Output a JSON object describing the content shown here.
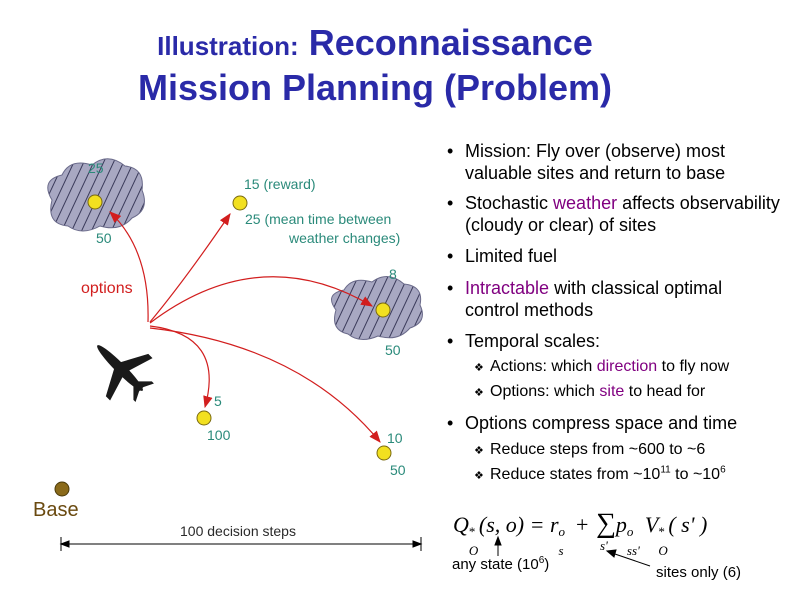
{
  "title": {
    "prefix": "Illustration:",
    "line1": "Reconnaissance",
    "line2": "Mission Planning (Problem)"
  },
  "diagram": {
    "labels": {
      "options": "options",
      "base": "Base",
      "decision_steps": "100 decision steps",
      "reward": "15 (reward)",
      "mean_time_line1": "25 (mean time between",
      "mean_time_line2": "weather changes)"
    },
    "numbers": {
      "cloud1_top": "25",
      "cloud1_bottom": "50",
      "cloud2_top": "8",
      "cloud2_bottom": "50",
      "site_left_top": "5",
      "site_left_bottom": "100",
      "site_right_top": "10",
      "site_right_bottom": "50"
    },
    "colors": {
      "site": "#f2e020",
      "cloud": "#9c9cb4",
      "arrow": "#d21e1e",
      "base": "#8a6a1a",
      "numbers": "#2a8a7a"
    }
  },
  "bullets": [
    {
      "text": "Mission: Fly over (observe) most valuable sites and return to base"
    },
    {
      "pre": "Stochastic ",
      "accent": "weather",
      "post": " affects observability (cloudy or clear) of sites"
    },
    {
      "text": "Limited fuel"
    },
    {
      "accent": "Intractable",
      "post": " with classical optimal control methods"
    },
    {
      "text": "Temporal scales:"
    },
    {
      "text": "Options compress space and time"
    }
  ],
  "sub_bullets": {
    "temporal": [
      {
        "pre": "Actions: which ",
        "accent": "direction",
        "post": " to fly now"
      },
      {
        "pre": "Options: which ",
        "accent": "site",
        "post": " to head for"
      }
    ],
    "options": [
      {
        "text": "Reduce steps from ~600 to ~6"
      },
      {
        "pre": "Reduce states from ~10",
        "sup1": "11",
        "mid": " to ~10",
        "sup2": "6"
      }
    ]
  },
  "formula": {
    "lhs": "Q",
    "lhs_sup": "*",
    "lhs_sub": "O",
    "args": "(s, o) = r",
    "r_sup": "o",
    "r_sub": "s",
    "plus": "+",
    "sum": "∑",
    "sum_sub": "s'",
    "p": "p",
    "p_sup": "o",
    "p_sub": "ss'",
    "v": "V",
    "v_sup": "*",
    "v_sub": "O",
    "v_arg": "( s' )",
    "note_left_pre": "any state (10",
    "note_left_sup": "6",
    "note_left_post": ")",
    "note_right": "sites only (6)"
  }
}
